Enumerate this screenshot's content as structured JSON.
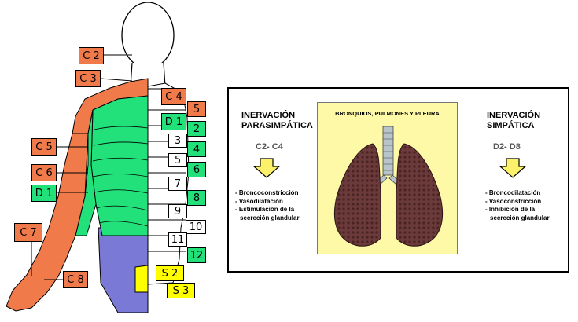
{
  "dermatome_labels": {
    "c2": "C 2",
    "c3": "C 3",
    "c4": "C 4",
    "c5": "C 5",
    "c6": "C 6",
    "c7": "C 7",
    "c8": "C 8",
    "d1_trunk": "D 1",
    "d1_arm": "D 1",
    "t2": "2",
    "t3": "3",
    "t4": "4",
    "t5": "5",
    "t6": "6",
    "t7": "7",
    "t8": "8",
    "t9": "9",
    "t10": "10",
    "t11": "11",
    "t12": "12",
    "r5": "5",
    "s2": "S 2",
    "s3": "S 3"
  },
  "colors": {
    "cervical": "#f07a4a",
    "thoracic": "#22e07a",
    "sacral": "#ffff00",
    "lumbar": "#7a7ad6",
    "organ_background": "#fdf9a6"
  },
  "panel": {
    "organ_title": "BRONQUIOS, PULMONES Y PLEURA",
    "parasympathetic": {
      "title_line1": "INERVACIÓN",
      "title_line2": "PARASIMPÁTICA",
      "segments": "C2- C4",
      "effects": [
        "Broncoconstricción",
        "Vasodilatación",
        "Estimulación de la",
        "secreción glandular"
      ]
    },
    "sympathetic": {
      "title_line1": "INERVACIÓN",
      "title_line2": "SIMPÁTICA",
      "segments": "D2- D8",
      "effects": [
        "Broncodilatación",
        "Vasoconstricción",
        "Inhibición de la",
        "secreción glandular"
      ]
    }
  }
}
